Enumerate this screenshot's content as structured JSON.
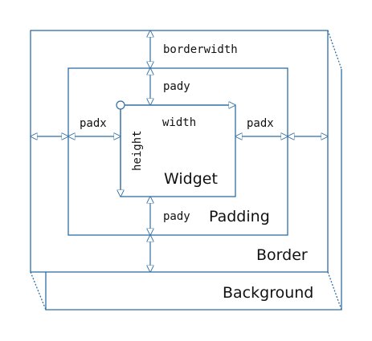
{
  "colors": {
    "stroke": "#2e6da4",
    "text": "#111111",
    "background": "#ffffff"
  },
  "labels": {
    "borderwidth": "borderwidth",
    "pady_top": "pady",
    "padx_left": "padx",
    "width": "width",
    "padx_right": "padx",
    "height": "height",
    "widget": "Widget",
    "pady_bottom": "pady",
    "padding": "Padding",
    "border": "Border",
    "background": "Background"
  }
}
